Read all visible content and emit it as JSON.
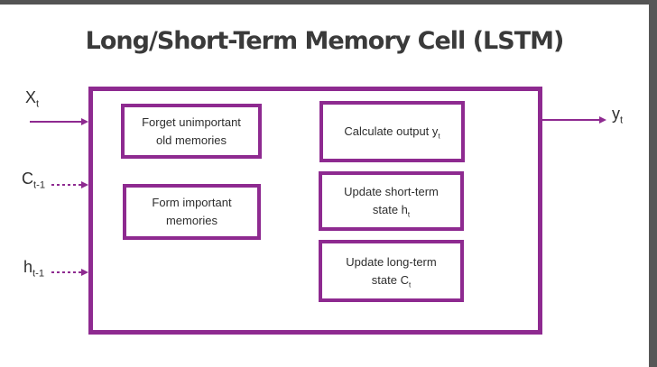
{
  "title": "Long/Short-Term Memory Cell (LSTM)",
  "colors": {
    "purple": "#8e2a90",
    "frame_gray": "#545454",
    "text": "#2e2e2e",
    "title_text": "#3a3a3a"
  },
  "inputs": [
    {
      "base": "X",
      "sub": "t",
      "arrow_style": "solid"
    },
    {
      "base": "C",
      "sub": "t-1",
      "arrow_style": "dashed"
    },
    {
      "base": "h",
      "sub": "t-1",
      "arrow_style": "dashed"
    }
  ],
  "output": {
    "base": "y",
    "sub": "t",
    "arrow_style": "solid"
  },
  "cell": {
    "boxes": [
      {
        "line1": "Forget unimportant",
        "line2": "old memories"
      },
      {
        "line1": "Form important",
        "line2": "memories"
      },
      {
        "line1_base": "Calculate output y",
        "line1_sub": "t"
      },
      {
        "line1": "Update short-term",
        "line2_base": "state h",
        "line2_sub": "t"
      },
      {
        "line1": "Update long-term",
        "line2_base": "state C",
        "line2_sub": "t"
      }
    ]
  }
}
